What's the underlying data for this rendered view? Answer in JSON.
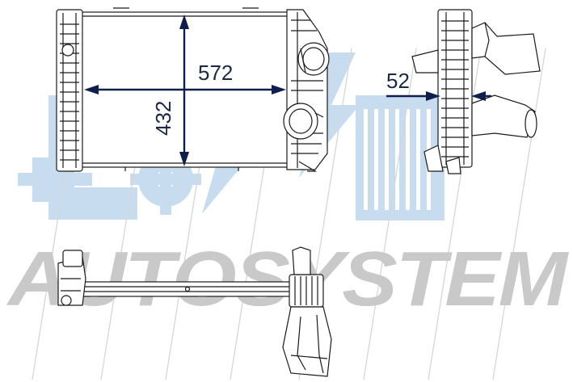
{
  "watermark": {
    "text": "AUTOSYSTEM",
    "text_color": "#c9c9c9",
    "logo_color": "#c8dcef"
  },
  "dimensions": {
    "width": "572",
    "height": "432",
    "depth": "52"
  },
  "colors": {
    "dimension_line": "#0e1f4d",
    "drawing_line": "#1a1a1a"
  }
}
